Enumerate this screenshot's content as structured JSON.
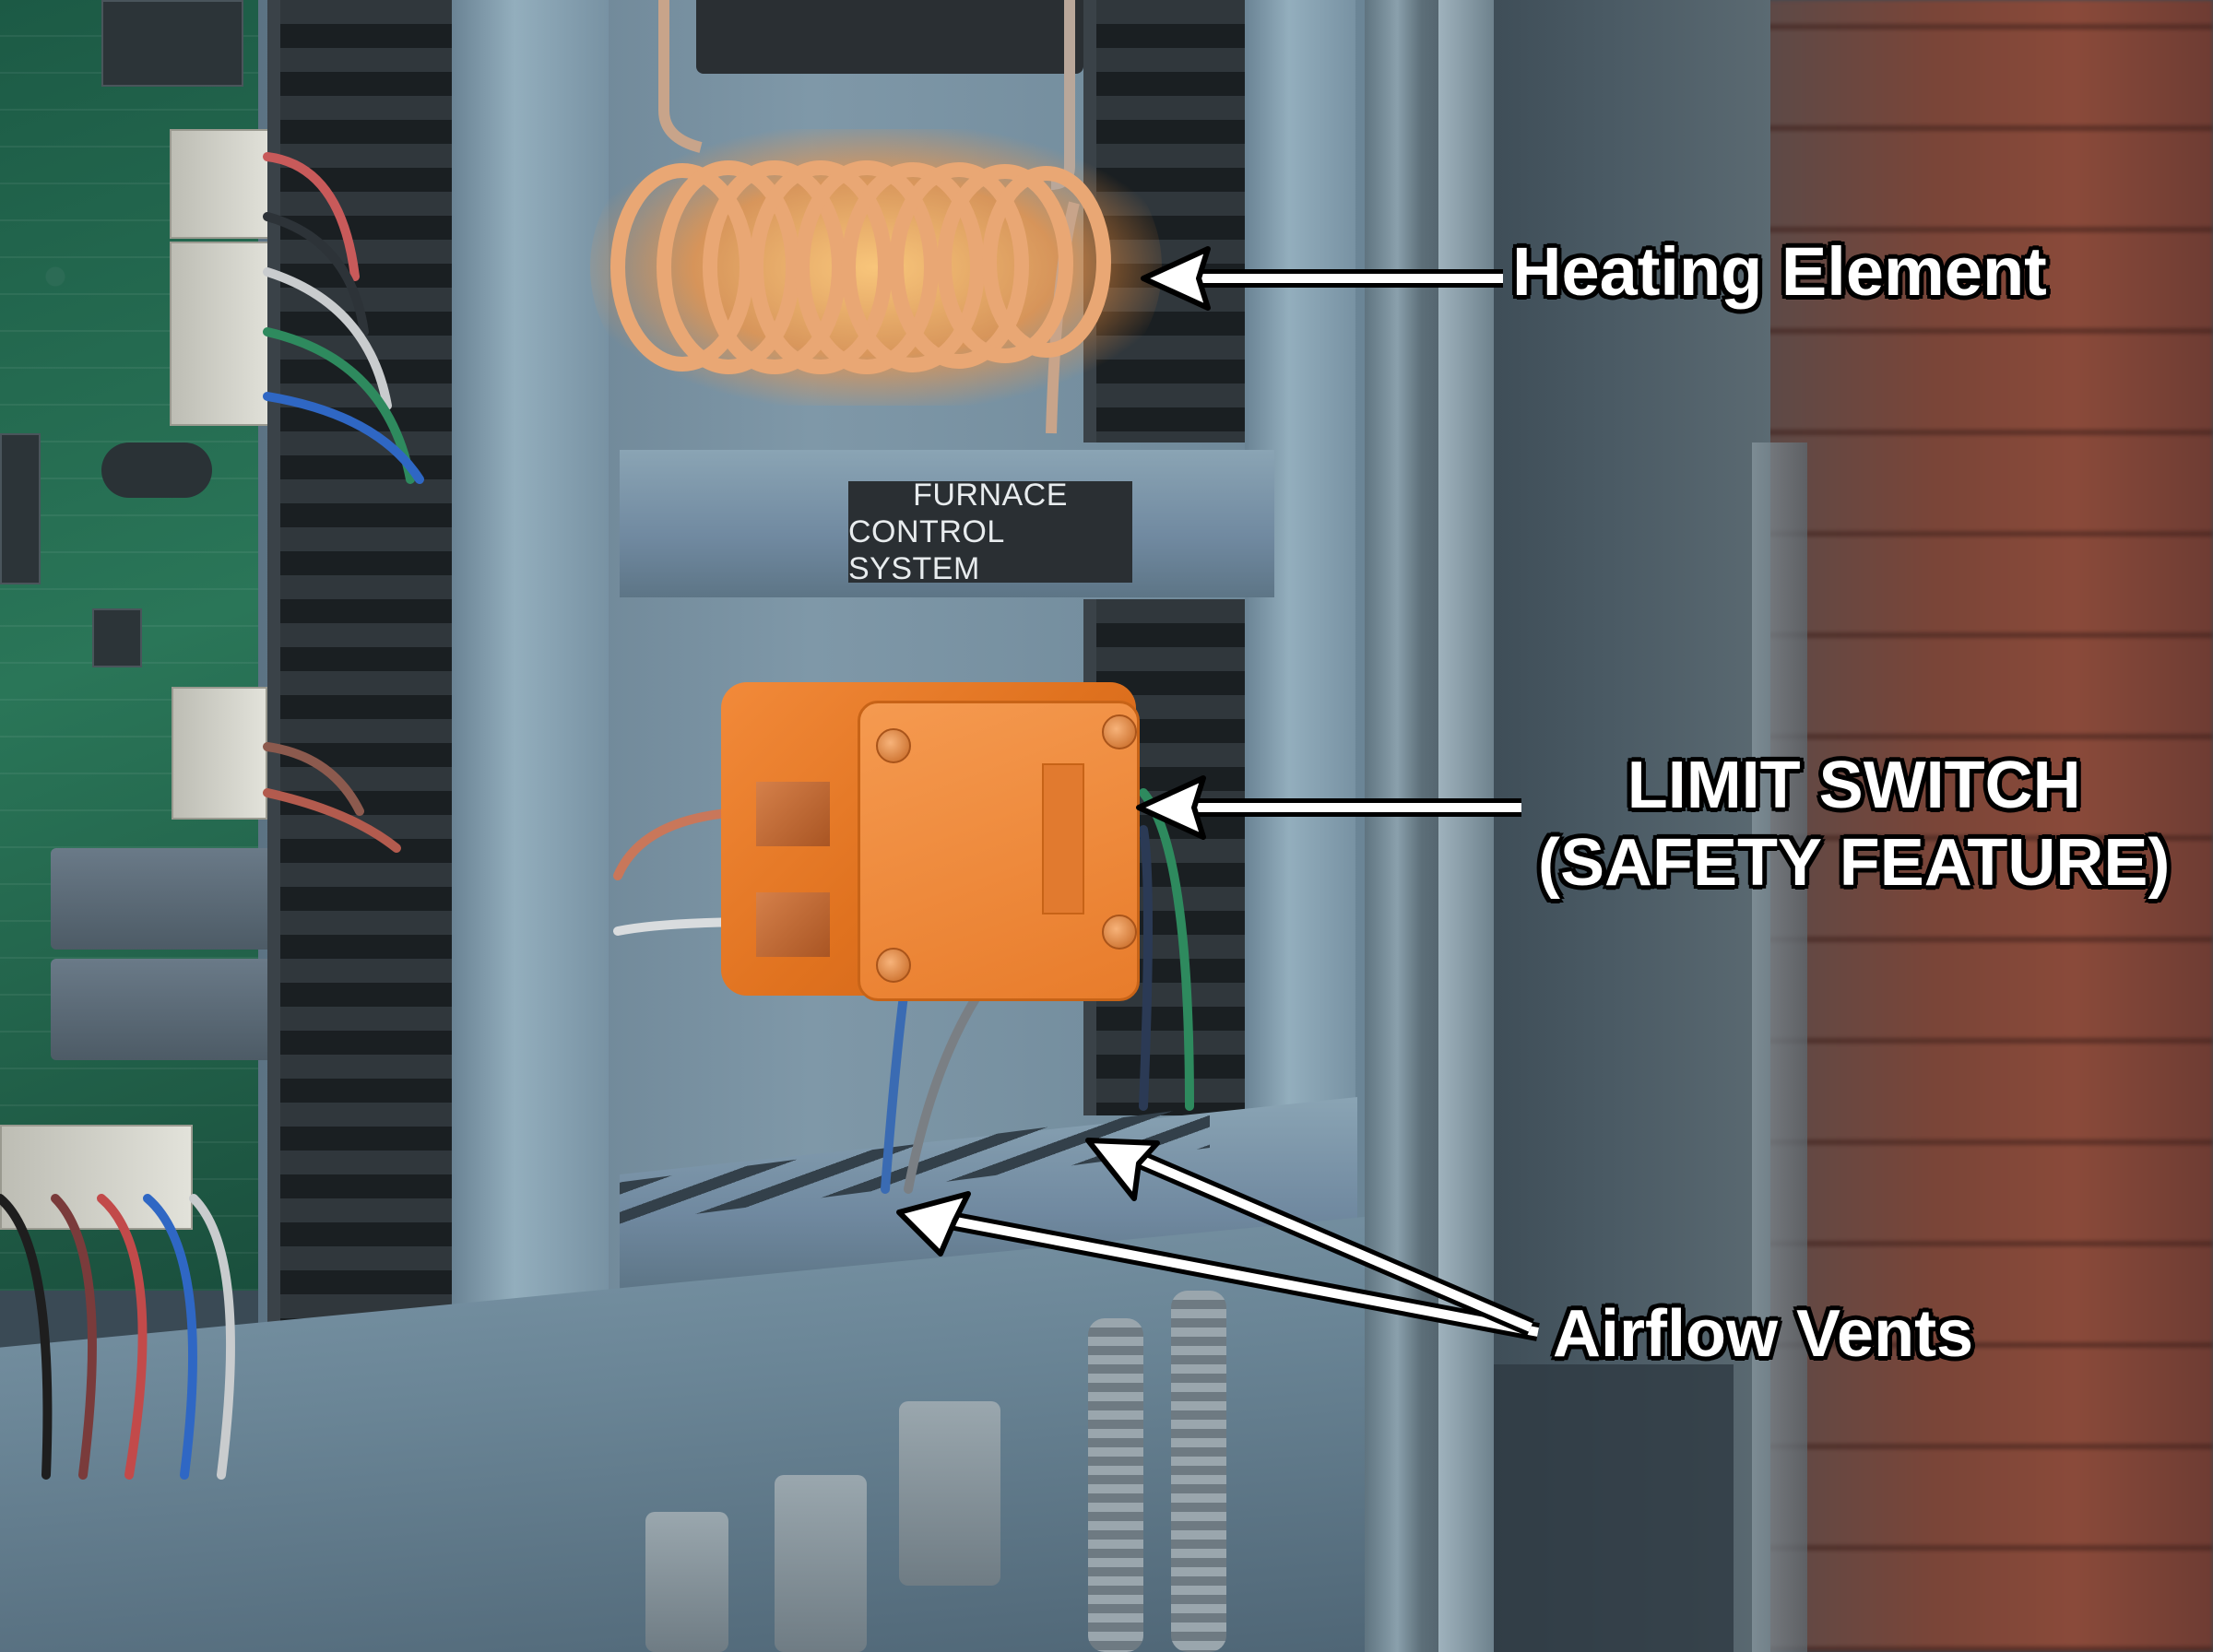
{
  "figure": {
    "subject": "Furnace control panel with labeled components",
    "panel_label": {
      "line1": "FURNACE",
      "line2": "CONTROL SYSTEM"
    },
    "callouts": [
      {
        "id": "heating-element",
        "label": "Heating Element",
        "target": "glowing coil heater"
      },
      {
        "id": "limit-switch",
        "label_line1": "LIMIT SWITCH",
        "label_line2": "(SAFETY FEATURE)",
        "target": "orange limit switch box"
      },
      {
        "id": "airflow-vents",
        "label": "Airflow Vents",
        "target": "slotted vents on lower shelf",
        "arrow_count": 2
      }
    ],
    "colors": {
      "callout_text": "#ffffff",
      "callout_outline": "#000000",
      "limit_switch": "#e87c2b",
      "coil_glow": "#ffb060",
      "panel_metal": "#7f98a8",
      "plate_bg": "#2a2f33",
      "pcb": "#2a7658"
    }
  }
}
